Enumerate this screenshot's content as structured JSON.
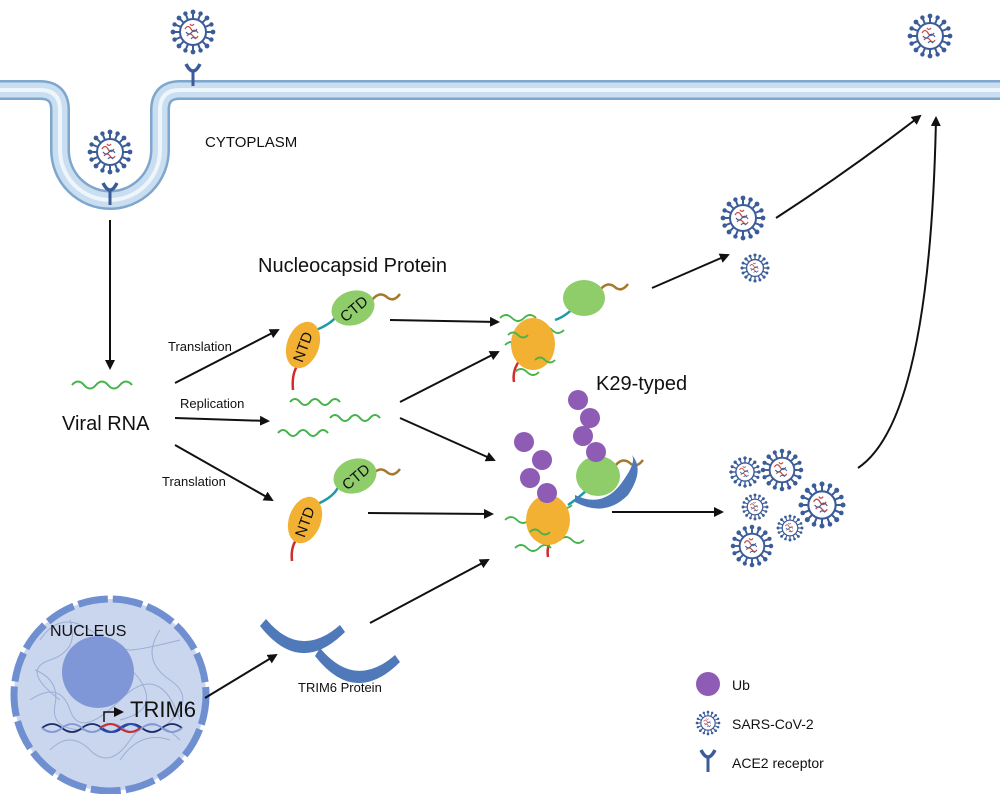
{
  "labels": {
    "cytoplasm": "CYTOPLASM",
    "nucleocapsid_protein": "Nucleocapsid Protein",
    "viral_rna": "Viral RNA",
    "translation_top": "Translation",
    "replication": "Replication",
    "translation_bottom": "Translation",
    "k29": "K29-typed",
    "nucleus": "NUCLEUS",
    "trim6_gene": "TRIM6",
    "trim6_protein": "TRIM6 Protein",
    "ntd": "NTD",
    "ctd": "CTD"
  },
  "legend": {
    "ub": "Ub",
    "sars": "SARS-CoV-2",
    "ace2": "ACE2 receptor"
  },
  "colors": {
    "membrane": "#b9d3ea",
    "membrane_edge": "#7fa6cc",
    "virus": "#3b5c99",
    "ntd": "#f2b133",
    "ctd": "#8fcc6a",
    "ub": "#8e5bb5",
    "trim6": "#4f79b8",
    "nucleus": "#c9d6ee",
    "rna": "#44b34a"
  }
}
